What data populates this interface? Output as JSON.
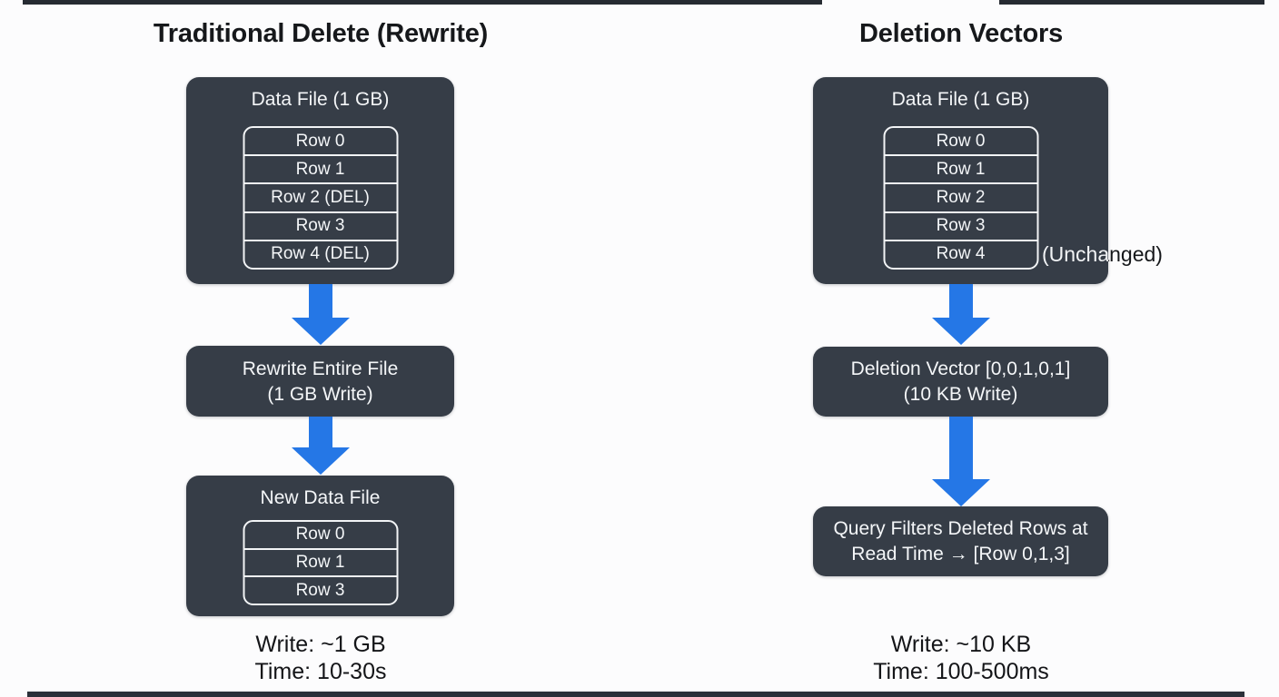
{
  "colors": {
    "box_background": "#363d47",
    "arrow_blue": "#2577e6",
    "row_border_white": "#f2f4f6",
    "edge_strip_dark": "#262b32"
  },
  "left": {
    "title": "Traditional Delete (Rewrite)",
    "data_file": {
      "title": "Data File (1 GB)",
      "rows": [
        "Row 0",
        "Row 1",
        "Row 2 (DEL)",
        "Row 3",
        "Row 4 (DEL)"
      ]
    },
    "step2": {
      "line1": "Rewrite Entire File",
      "line2": "(1 GB Write)"
    },
    "new_file": {
      "title": "New Data File",
      "rows": [
        "Row 0",
        "Row 1",
        "Row 3"
      ]
    },
    "stats": {
      "write": "Write: ~1 GB",
      "time": "Time: 10-30s"
    }
  },
  "right": {
    "title": "Deletion Vectors",
    "data_file": {
      "title": "Data File (1 GB)",
      "rows": [
        "Row 0",
        "Row 1",
        "Row 2",
        "Row 3",
        "Row 4"
      ],
      "annotation": "(Unchanged)"
    },
    "step2": {
      "line1": "Deletion Vector [0,0,1,0,1]",
      "line2": "(10 KB Write)"
    },
    "step3": {
      "line1": "Query Filters Deleted Rows at",
      "line2": "Read Time → [Row 0,1,3]"
    },
    "stats": {
      "write": "Write: ~10 KB",
      "time": "Time: 100-500ms"
    }
  }
}
